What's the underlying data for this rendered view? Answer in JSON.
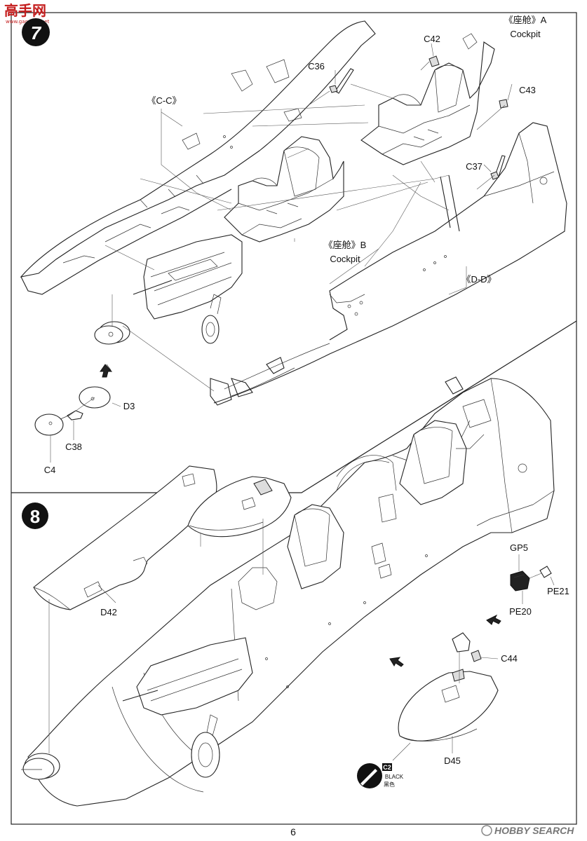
{
  "page": {
    "number": "6"
  },
  "watermarks": {
    "top_left": "高手网",
    "top_left_url": "www.gaoshou.net",
    "bottom_right": "HOBBY SEARCH"
  },
  "step7": {
    "number": "7",
    "labels": {
      "c36": "C36",
      "c42": "C42",
      "c43": "C43",
      "c37": "C37",
      "cockpit_a_cn": "《座舱》A",
      "cockpit_a_en": "Cockpit",
      "cockpit_b_cn": "《座舱》B",
      "cockpit_b_en": "Cockpit",
      "cc": "《C-C》",
      "dd": "《D-D》",
      "d3": "D3",
      "c38": "C38",
      "c4": "C4"
    }
  },
  "step8": {
    "number": "8",
    "labels": {
      "d42": "D42",
      "gp5": "GP5",
      "pe20": "PE20",
      "pe21": "PE21",
      "c44": "C44",
      "d45": "D45"
    },
    "paint": {
      "code": "C2",
      "name_en": "BLACK",
      "name_cn": "黑色"
    }
  }
}
